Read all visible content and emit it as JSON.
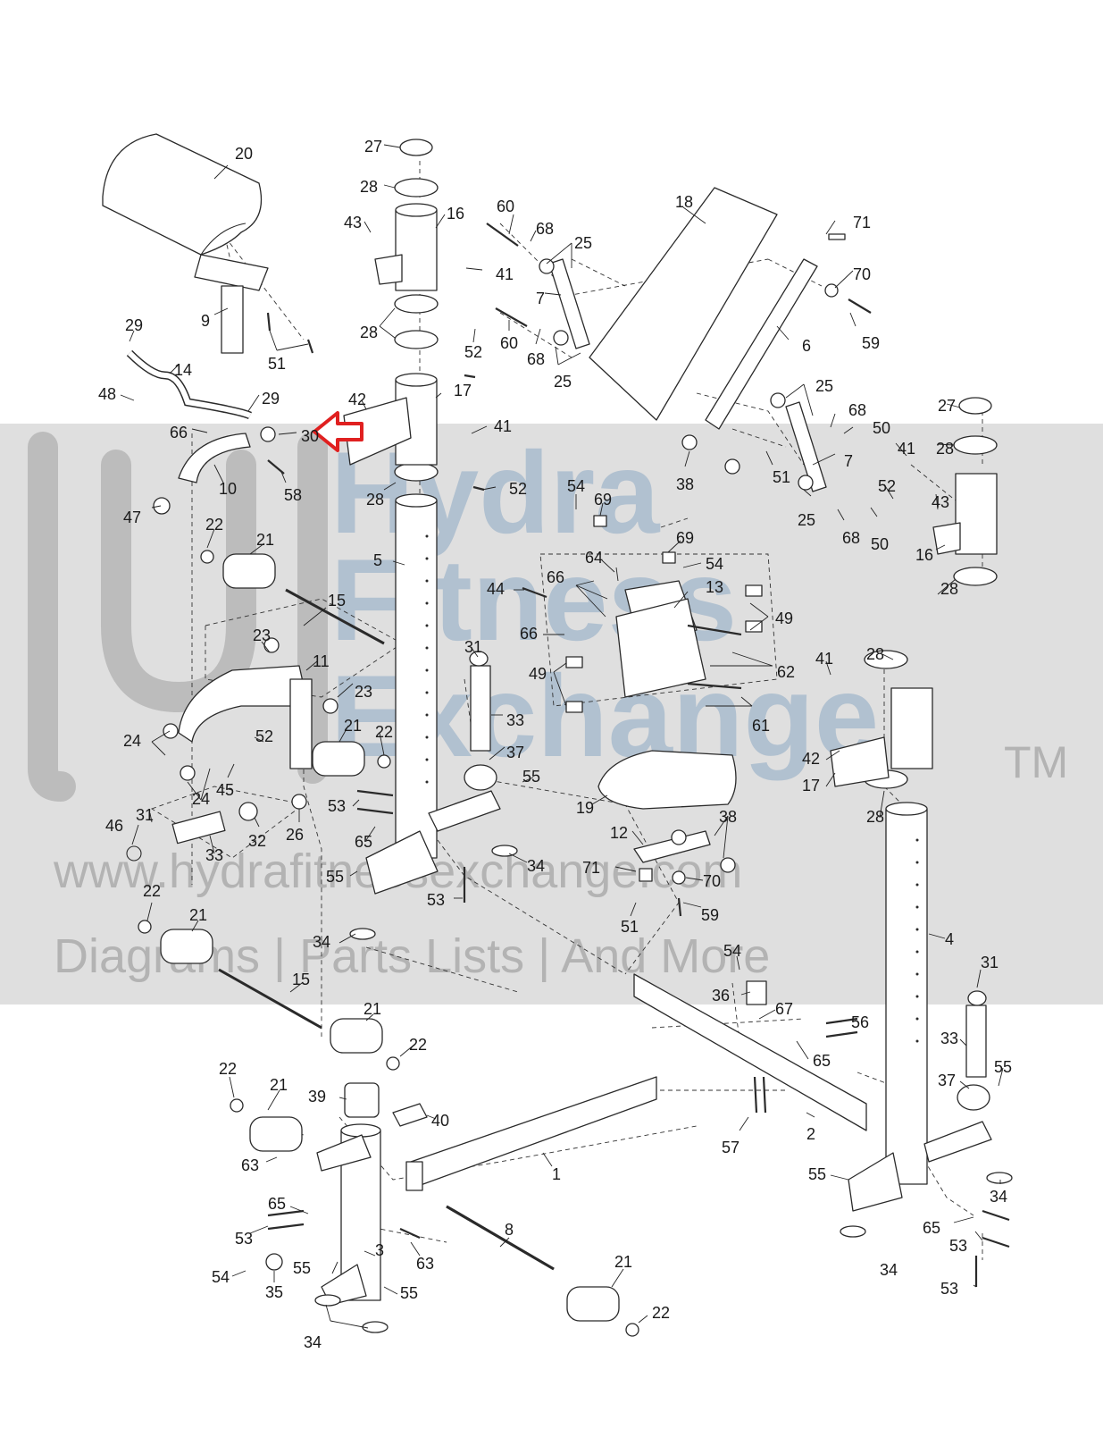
{
  "watermark": {
    "line1": "Hydra",
    "line2": "Fitness",
    "line3": "Exchange",
    "trademark": "TM",
    "url": "www.hydrafitnessexchange.com",
    "tagline": "Diagrams | Parts Lists | And More"
  },
  "callout_color": "#e02020",
  "part_labels": {
    "p20": "20",
    "p27a": "27",
    "p28a": "28",
    "p16a": "16",
    "p43a": "43",
    "p60a": "60",
    "p68a": "68",
    "p25a": "25",
    "p18": "18",
    "p71a": "71",
    "p70a": "70",
    "p41a": "41",
    "p7a": "7",
    "p9": "9",
    "p51a": "51",
    "p29a": "29",
    "p28b": "28",
    "p52a": "52",
    "p60b": "60",
    "p68b": "68",
    "p25b": "25",
    "p6": "6",
    "p59a": "59",
    "p14": "14",
    "p48": "48",
    "p42a": "42",
    "p17a": "17",
    "p29b": "29",
    "p66a": "66",
    "p30": "30",
    "p41b": "41",
    "p25c": "25",
    "p68c": "68",
    "p27b": "27",
    "p50a": "50",
    "p28c": "28",
    "p10": "10",
    "p58": "58",
    "p51b": "51",
    "p7b": "7",
    "p41c": "41",
    "p28d": "28",
    "p52b": "52",
    "p38a": "38",
    "p52c": "52",
    "p43b": "43",
    "p47": "47",
    "p54a": "54",
    "p69a": "69",
    "p25d": "25",
    "p68d": "68",
    "p50b": "50",
    "p16b": "16",
    "p22a": "22",
    "p21a": "21",
    "p5": "5",
    "p69b": "69",
    "p64": "64",
    "p54b": "54",
    "p66b": "66",
    "p13": "13",
    "p44": "44",
    "p28e": "28",
    "p15a": "15",
    "p49a": "49",
    "p66c": "66",
    "p31a": "31",
    "p49b": "49",
    "p62": "62",
    "p23a": "23",
    "p11": "11",
    "p28f": "28",
    "p41d": "41",
    "p23b": "23",
    "p33a": "33",
    "p21b": "21",
    "p22b": "22",
    "p61": "61",
    "p24a": "24",
    "p52d": "52",
    "p37a": "37",
    "p55a": "55",
    "p42b": "42",
    "p17b": "17",
    "p45": "45",
    "p24b": "24",
    "p19": "19",
    "p53a": "53",
    "p38b": "38",
    "p26": "26",
    "p28g": "28",
    "p31b": "31",
    "p46": "46",
    "p32": "32",
    "p65a": "65",
    "p12": "12",
    "p33b": "33",
    "p34a": "34",
    "p55b": "55",
    "p71b": "71",
    "p70b": "70",
    "p53b": "53",
    "p59b": "59",
    "p51c": "51",
    "p22c": "22",
    "p21c": "21",
    "p34b": "34",
    "p4": "4",
    "p54c": "54",
    "p31c": "31",
    "p15b": "15",
    "p36": "36",
    "p67": "67",
    "p21d": "21",
    "p56": "56",
    "p22d": "22",
    "p65b": "65",
    "p33c": "33",
    "p55c": "55",
    "p22e": "22",
    "p21e": "21",
    "p39": "39",
    "p37b": "37",
    "p40": "40",
    "p2": "2",
    "p57": "57",
    "p63a": "63",
    "p1": "1",
    "p55d": "55",
    "p34c": "34",
    "p65c": "65",
    "p53c": "53",
    "p65d": "65",
    "p53d": "53",
    "p8": "8",
    "p63b": "63",
    "p3": "3",
    "p55e": "55",
    "p21f": "21",
    "p54d": "54",
    "p35": "35",
    "p55f": "55",
    "p22f": "22",
    "p34d": "34",
    "p34e": "34",
    "p53e": "53"
  }
}
